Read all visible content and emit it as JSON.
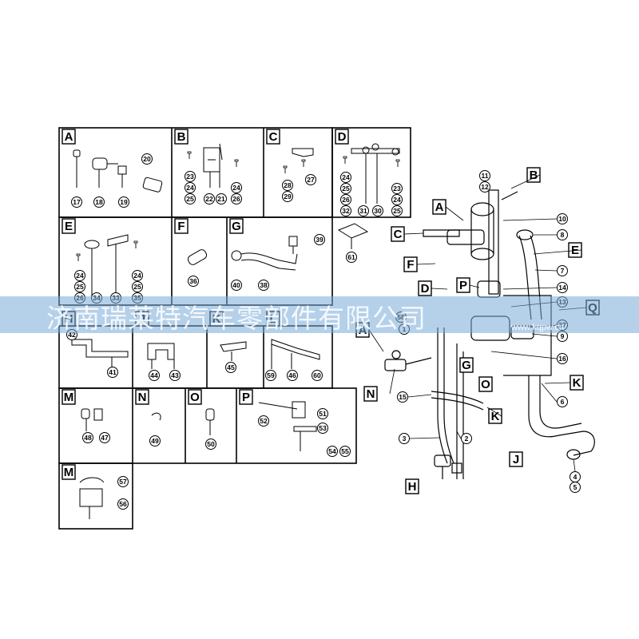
{
  "panels": [
    {
      "letter": "A",
      "parts": [
        "20",
        "17",
        "18",
        "19"
      ]
    },
    {
      "letter": "B",
      "parts": [
        "23",
        "24",
        "25",
        "22",
        "21",
        "24",
        "26"
      ]
    },
    {
      "letter": "C",
      "parts": [
        "27",
        "28",
        "29"
      ]
    },
    {
      "letter": "D",
      "parts": [
        "24",
        "25",
        "26",
        "32",
        "31",
        "30",
        "23",
        "24",
        "25"
      ]
    },
    {
      "letter": "E",
      "parts": [
        "24",
        "25",
        "26",
        "34",
        "33",
        "24",
        "25",
        "35"
      ]
    },
    {
      "letter": "F",
      "parts": [
        "36"
      ]
    },
    {
      "letter": "G",
      "parts": [
        "39",
        "40",
        "38"
      ]
    },
    {
      "letter": "H",
      "parts": [
        "42",
        "41"
      ]
    },
    {
      "letter": "J",
      "parts": [
        "44",
        "43"
      ]
    },
    {
      "letter": "K",
      "parts": [
        "45"
      ]
    },
    {
      "letter": "L",
      "parts": [
        "59",
        "46",
        "60"
      ]
    },
    {
      "letter": "M",
      "parts": [
        "48",
        "47"
      ]
    },
    {
      "letter": "N",
      "parts": [
        "49"
      ]
    },
    {
      "letter": "O",
      "parts": [
        "50"
      ]
    },
    {
      "letter": "P",
      "parts": [
        "52",
        "51",
        "53",
        "54",
        "55"
      ]
    },
    {
      "letter": "M",
      "parts": [
        "57",
        "56"
      ]
    }
  ],
  "standalone_part": "61",
  "assembly": {
    "callout_letters": [
      "B",
      "A",
      "C",
      "E",
      "F",
      "D",
      "P",
      "Q",
      "A",
      "G",
      "O",
      "N",
      "K",
      "K",
      "J",
      "H"
    ],
    "part_numbers": [
      "11",
      "12",
      "10",
      "8",
      "7",
      "14",
      "13",
      "58",
      "1",
      "37",
      "9",
      "16",
      "15",
      "6",
      "3",
      "2",
      "4",
      "5"
    ]
  },
  "watermark": {
    "company": "济南瑞莱特汽车零部件有限公司",
    "url": "www.kqpw.cn"
  }
}
